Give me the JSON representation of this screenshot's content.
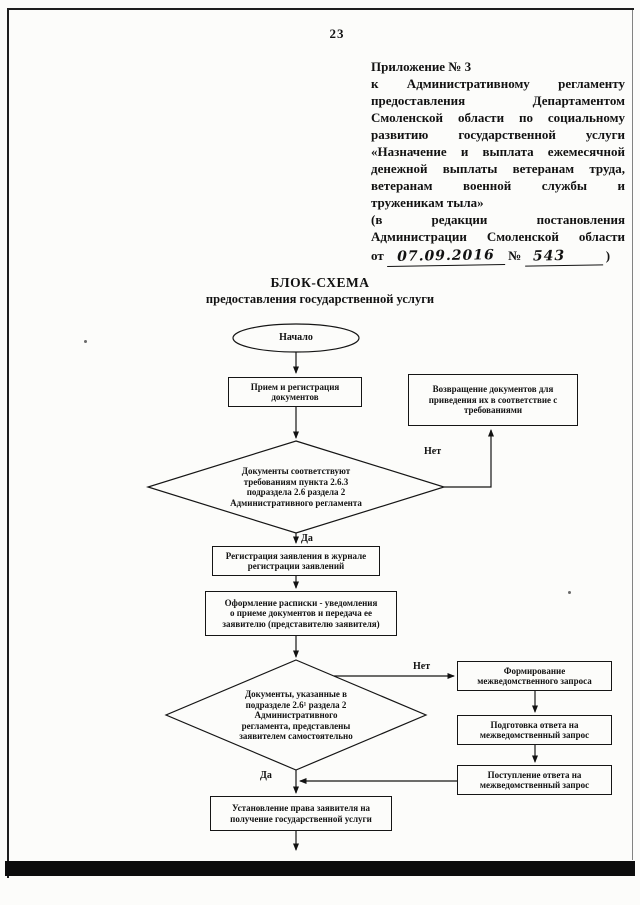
{
  "page": {
    "number": "23"
  },
  "header": {
    "lines": [
      "Приложение № 3",
      "к Административному регламенту",
      "предоставления Департаментом",
      "Смоленской области по социальному",
      "развитию государственной услуги",
      "«Назначение и выплата ежемесячной",
      "денежной выплаты ветеранам труда,",
      "ветеранам военной службы и",
      "труженикам тыла»",
      "(в редакции постановления",
      "Администрации Смоленской области"
    ],
    "issued": {
      "prefix": "от",
      "date_handwritten": "07.09.2016",
      "number_label": "№",
      "number_handwritten": "543",
      "suffix": ")"
    }
  },
  "title": {
    "line1": "БЛОК-СХЕМА",
    "line2": "предоставления государственной услуги"
  },
  "flowchart": {
    "start": "Начало",
    "boxes": {
      "reception": "Прием и регистрация\nдокументов",
      "return_docs": "Возвращение документов для\nприведения их в соответствие с\nтребованиями",
      "registration": "Регистрация заявления в журнале\nрегистрации заявлений",
      "receipt": "Оформление расписки - уведомления\nо приеме документов и передача ее\nзаявителю (представителю заявителя)",
      "form_request": "Формирование\nмежведомственного запроса",
      "prepare_response": "Подготовка ответа на\nмежведомственный запрос",
      "receive_response": "Поступление ответа на\nмежведомственный запрос",
      "establish_right": "Установление права заявителя на\nполучение государственной услуги"
    },
    "decisions": {
      "requirements": "Документы соответствуют\nтребованиям пункта 2.6.3\nподраздела 2.6 раздела 2\nАдминистративного регламента",
      "self_submitted": "Документы, указанные в\nподразделе 2.6¹ раздела 2\nАдминистративного\nрегламента, представлены\nзаявителем самостоятельно"
    },
    "labels": {
      "yes": "Да",
      "no": "Нет"
    }
  }
}
